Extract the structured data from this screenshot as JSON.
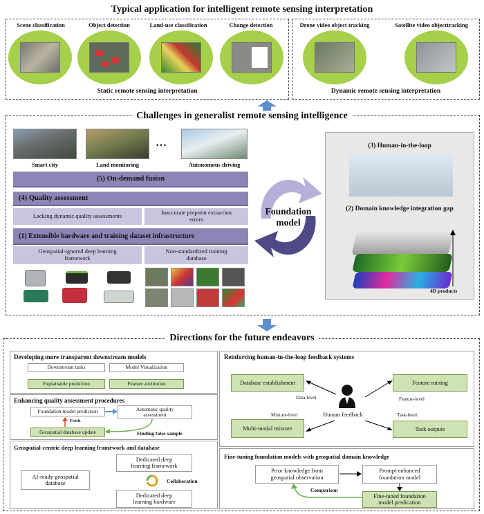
{
  "top": {
    "title": "Typical application for intelligent remote sensing interpretation",
    "static": {
      "items": [
        "Scene classification",
        "Object detection",
        "Land-use classification",
        "Change detection"
      ],
      "caption": "Static remote sensing interpretation"
    },
    "dynamic": {
      "items": [
        "Drone video object tracking",
        "Satellite video objecttracking"
      ],
      "caption": "Dynamic remote sensing interpretation"
    }
  },
  "challenges": {
    "title": "Challenges in generalist remote sensing intelligence",
    "photos": [
      "Smart city",
      "Land monitoring",
      "Autonomous driving"
    ],
    "ellipsis": "…",
    "ondemand": "(5) On-demand fusion",
    "quality": "(4) Quality assessment",
    "quality_sub": [
      "Lacking dynamic quality assessments",
      "Inaccurate pinpoint extraction errors"
    ],
    "infra": "(1) Extensible hardware and training dataset infrastructure",
    "infra_sub": [
      "Geospatial-ignored deep learning framework",
      "Non-standardized training database"
    ],
    "foundation": "Foundation model",
    "human_loop": "(3) Human-in-the-loop",
    "domain_gap": "(2) Domain knowledge integration gap",
    "products": "4D products"
  },
  "directions": {
    "title": "Directions for the future endeavors",
    "transparent": {
      "title": "Developing more transparent downstream models",
      "boxes": [
        "Downstream tasks",
        "Model Visualization",
        "Explainable prediction",
        "Feature attribution"
      ]
    },
    "quality": {
      "title": "Enhancing quality assessment procedures",
      "prediction": "Foundation model prediction",
      "automatic": "Automatic quality assessment",
      "fetch": "Fetch",
      "update": "Geospatial database update",
      "finding": "Finding false sample"
    },
    "framework": {
      "title": "Geospatial-centric deep learning framework and database",
      "ai_ready": "AI-ready geospatial database",
      "dl_framework": "Dedicated deep learning framework",
      "collab": "Collaboration",
      "dl_hardware": "Dedicated deep learning hardware"
    },
    "hitl": {
      "title": "Reinforcing human-in-the-loop feedback systems",
      "db": "Database establishment",
      "feature": "Feature mining",
      "multimodal": "Multi-modal mixture",
      "tasks": "Task outputs",
      "human": "Human feedback",
      "data_level": "Data-level",
      "feature_level": "Feature-level",
      "mixture_level": "Mixture-level",
      "task_level": "Task-level"
    },
    "finetune": {
      "title": "Fine-tuning foundation models with geospatial domain knowledge",
      "prior": "Prior knowledge from geospatial observation",
      "prompt": "Prompt enhanced foundation model",
      "finetuned": "Fine-tuned foundation model predication",
      "comparison": "Comparison"
    }
  },
  "colors": {
    "accent_blue": "#5b8fd0",
    "purple": "#8c85b6",
    "light_purple": "#c9c5df",
    "green": "#cfe2b3",
    "lime": "#a6cf4a"
  }
}
